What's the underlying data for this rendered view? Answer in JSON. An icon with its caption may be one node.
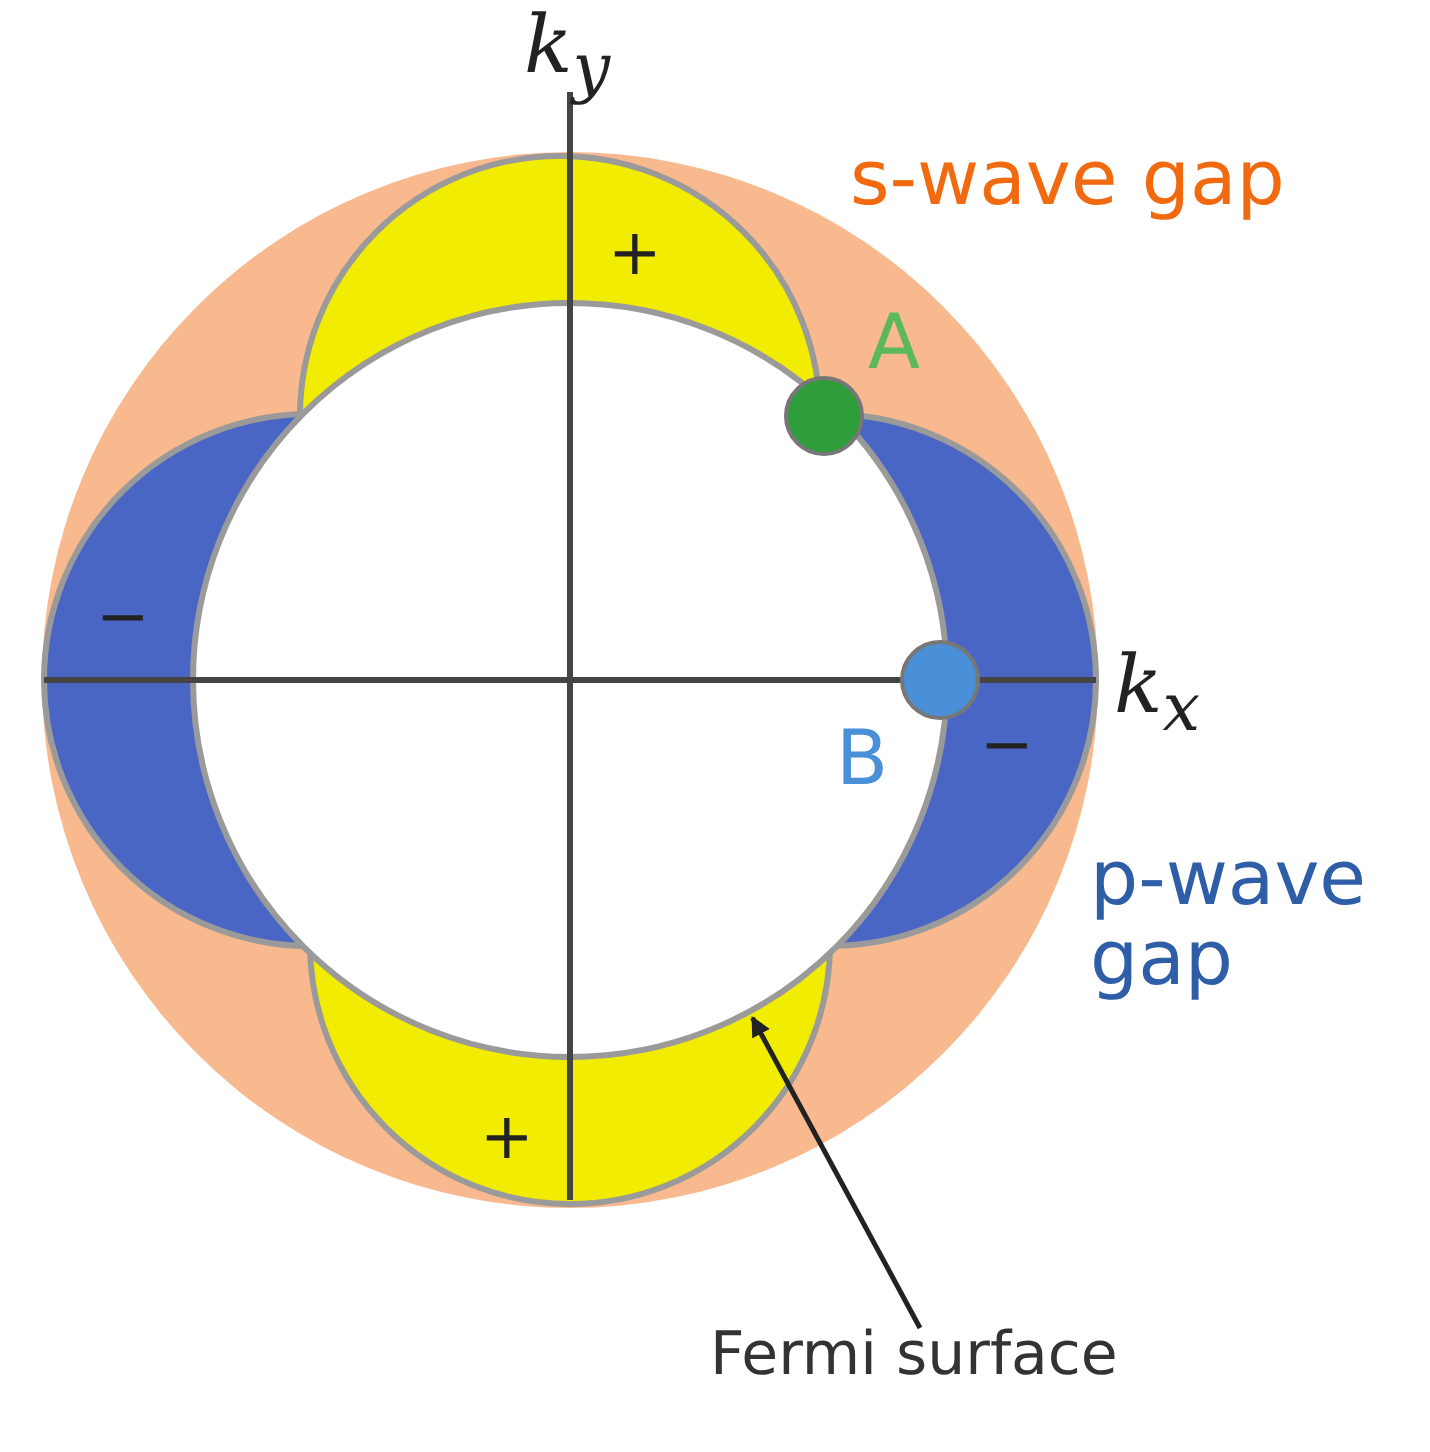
{
  "diagram": {
    "nodes": [
      {
        "text": [
          "Fermi surface"
        ]
      },
      {
        "text": [],
        "shape": "circle"
      }
    ],
    "edges": [
      {
        "from": 0,
        "to": 1,
        "arrow": "to"
      }
    ],
    "labels": [
      "k$_{y}$",
      "s-wave gap",
      "+",
      "A",
      "−",
      "k$_{x}$",
      "B",
      "−",
      "p-wave gap",
      "+"
    ]
  }
}
